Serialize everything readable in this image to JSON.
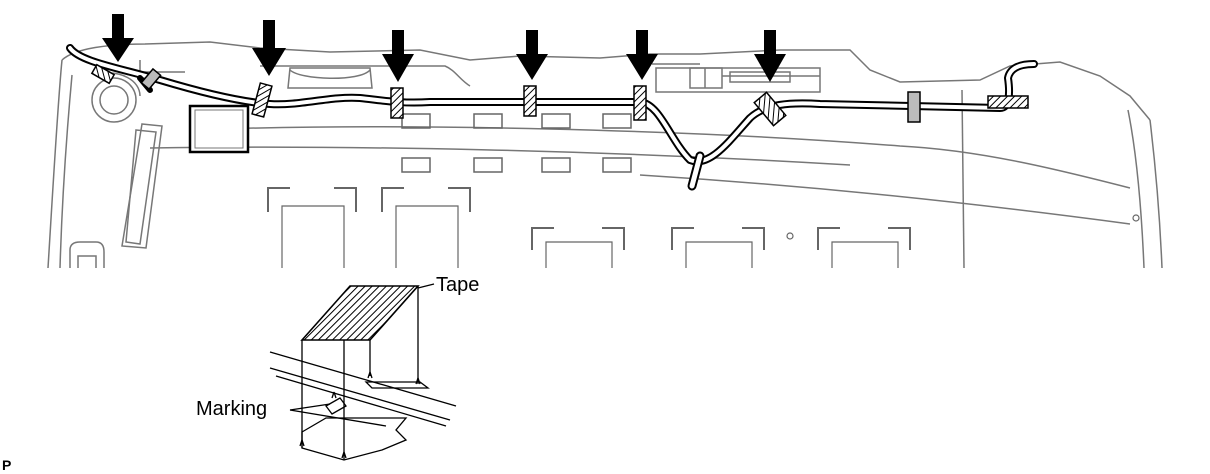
{
  "labels": {
    "tape": "Tape",
    "marking": "Marking",
    "figure_code": "P"
  },
  "colors": {
    "line": "#000000",
    "panel_line": "#777777",
    "tape_fill": "#bbbbbb",
    "background": "#ffffff"
  },
  "icons": {
    "arrow": "down-arrow-icon",
    "tape": "tape-hatched-icon"
  }
}
